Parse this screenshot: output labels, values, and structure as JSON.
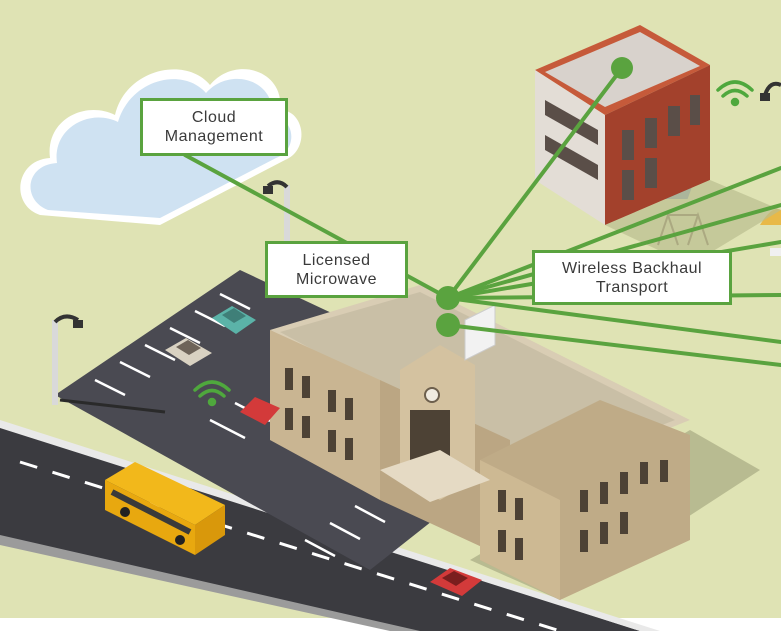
{
  "labels": {
    "cloud": {
      "line1": "Cloud",
      "line2": "Management"
    },
    "microwave": {
      "line1": "Licensed",
      "line2": "Microwave"
    },
    "backhaul": {
      "line1": "Wireless Backhaul",
      "line2": "Transport"
    }
  },
  "colors": {
    "background": "#dfe3b4",
    "link_green": "#5aa33f",
    "road": "#3b3b40",
    "parking": "#4a4a52",
    "cloud": "#cfe2f2",
    "school_wall": "#c9b592",
    "school_roof": "#d9cdb4",
    "office_brick": "#a3412c",
    "bus": "#f2b81b"
  },
  "icons": [
    "cloud-icon",
    "wifi-icon",
    "street-lamp-icon",
    "school-building-icon",
    "office-building-icon",
    "car-icon",
    "school-bus-icon",
    "playground-icon"
  ]
}
